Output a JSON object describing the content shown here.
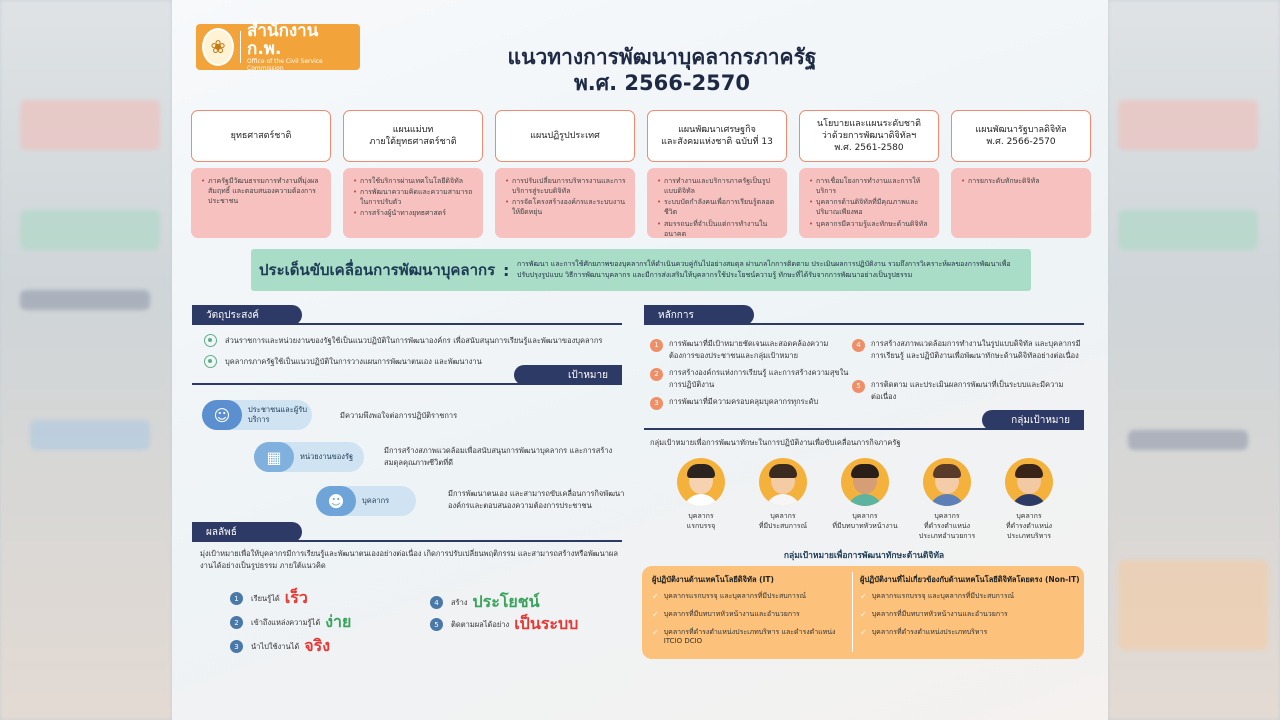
{
  "org": {
    "name": "สำนักงาน ก.พ.",
    "name_en": "Office of the Civil Service Commission"
  },
  "title": {
    "line1": "แนวทางการพัฒนาบุคลากรภาครัฐ",
    "line2": "พ.ศ. 2566-2570"
  },
  "plans": [
    {
      "title": "ยุทธศาสตร์ชาติ",
      "items": [
        "ภาครัฐมีวัฒนธรรมการทำงานที่มุ่งผลสัมฤทธิ์ และตอบสนองความต้องการประชาชน"
      ]
    },
    {
      "title": "แผนแม่บท\nภายใต้ยุทธศาสตร์ชาติ",
      "items": [
        "การใช้บริการผ่านเทคโนโลยีดิจิทัล",
        "การพัฒนาความคิดและความสามารถในการปรับตัว",
        "การสร้างผู้นำทางยุทธศาสตร์"
      ]
    },
    {
      "title": "แผนปฏิรูปประเทศ",
      "items": [
        "การปรับเปลี่ยนการบริหารงานและการบริการสู่ระบบดิจิทัล",
        "การจัดโครงสร้างองค์กรและระบบงานให้ยืดหยุ่น"
      ]
    },
    {
      "title": "แผนพัฒนาเศรษฐกิจ\nและสังคมแห่งชาติ ฉบับที่ 13",
      "items": [
        "การทำงานและบริการภาครัฐเป็นรูปแบบดิจิทัล",
        "ระบบบัดกำลังคนเพื่อการเรียนรู้ตลอดชีวิต",
        "สมรรถนะที่จำเป็นแต่การทำงานในอนาคต"
      ]
    },
    {
      "title": "นโยบายและแผนระดับชาติ\nว่าด้วยการพัฒนาดิจิทัลฯ\nพ.ศ. 2561-2580",
      "items": [
        "การเชื่อมโยงการทำงานและการให้บริการ",
        "บุคลากรด้านดิจิทัลที่มีคุณภาพและปริมาณเพียงพอ",
        "บุคลากรมีความรู้และทักษะด้านดิจิทัล"
      ]
    },
    {
      "title": "แผนพัฒนารัฐบาลดิจิทัล\nพ.ศ. 2566-2570",
      "items": [
        "การยกระดับทักษะดิจิทัล"
      ]
    }
  ],
  "drive": {
    "title": "ประเด็นขับเคลื่อนการพัฒนาบุคลากร",
    "colon": ":",
    "text": "การพัฒนา และการใช้ศักยภาพของบุคลากรให้ดำเนินควบคู่กันไปอย่างสมดุล ผ่านกลไกการติดตาม ประเมินผลการปฏิบัติงาน รวมถึงการวิเคราะห์ผลของการพัฒนาเพื่อปรับปรุงรูปแบบ วิธีการพัฒนาบุคลากร และมีการส่งเสริมให้บุคลากรใช้ประโยชน์ความรู้ ทักษะที่ได้รับจากการพัฒนาอย่างเป็นรูปธรรม"
  },
  "objective": {
    "label": "วัตถุประสงค์",
    "items": [
      "ส่วนราชการและหน่วยงานของรัฐใช้เป็นแนวปฏิบัติในการพัฒนาองค์กร เพื่อสนับสนุนการเรียนรู้และพัฒนาของบุคลากร",
      "บุคลากรภาครัฐใช้เป็นแนวปฏิบัติในการวางแผนการพัฒนาตนเอง และพัฒนางาน"
    ]
  },
  "goal": {
    "label": "เป้าหมาย",
    "groups": [
      {
        "name": "ประชาชนและผู้รับบริการ",
        "text": "มีความพึงพอใจต่อการปฏิบัติราชการ"
      },
      {
        "name": "หน่วยงานของรัฐ",
        "text": "มีการสร้างสภาพแวดล้อมเพื่อสนับสนุนการพัฒนาบุคลากร และการสร้างสมดุลคุณภาพชีวิตที่ดี"
      },
      {
        "name": "บุคลากร",
        "text": "มีการพัฒนาตนเอง และสามารถขับเคลื่อนการกิจพัฒนาองค์กรและตอบสนองความต้องการประชาชน"
      }
    ]
  },
  "result": {
    "label": "ผลลัพธ์",
    "desc": "มุ่งเป้าหมายเพื่อให้บุคลากรมีการเรียนรู้และพัฒนาตนเองอย่างต่อเนื่อง เกิดการปรับเปลี่ยนพฤติกรรม และสามารถสร้างหรือพัฒนาผลงานได้อย่างเป็นรูปธรรม ภายใต้แนวคิด",
    "items": [
      {
        "num": "1",
        "text": "เรียนรู้ได้",
        "kw": "เร็ว"
      },
      {
        "num": "2",
        "text": "เข้าถึงแหล่งความรู้ได้",
        "kw": "ง่าย"
      },
      {
        "num": "3",
        "text": "นำไปใช้งานได้",
        "kw": "จริง"
      },
      {
        "num": "4",
        "text": "สร้าง",
        "kw": "ประโยชน์"
      },
      {
        "num": "5",
        "text": "ติดตามผลได้อย่าง",
        "kw": "เป็นระบบ"
      }
    ]
  },
  "principle": {
    "label": "หลักการ",
    "items": [
      {
        "num": "1",
        "text": "การพัฒนาที่มีเป้าหมายชัดเจนและสอดคล้องความต้องการของประชาชนและกลุ่มเป้าหมาย"
      },
      {
        "num": "2",
        "text": "การสร้างองค์กรแห่งการเรียนรู้ และการสร้างความสุขในการปฏิบัติงาน"
      },
      {
        "num": "3",
        "text": "การพัฒนาที่มีความครอบคลุมบุคลากรทุกระดับ"
      },
      {
        "num": "4",
        "text": "การสร้างสภาพแวดล้อมการทำงานในรูปแบบดิจิทัล และบุคลากรมีการเรียนรู้ และปฏิบัติงานเพื่อพัฒนาทักษะด้านดิจิทัลอย่างต่อเนื่อง"
      },
      {
        "num": "5",
        "text": "การติดตาม และประเมินผลการพัฒนาที่เป็นระบบและมีความต่อเนื่อง"
      }
    ]
  },
  "target": {
    "label": "กลุ่มเป้าหมาย",
    "desc": "กลุ่มเป้าหมายเพื่อการพัฒนาทักษะในการปฏิบัติงานเพื่อขับเคลื่อนภารกิจภาครัฐ",
    "people": [
      {
        "label": "บุคลากร\nแรกบรรจุ",
        "skin": "#f6d2b0",
        "hair": "#2b2320",
        "body": "#ffffff"
      },
      {
        "label": "บุคลากร\nที่มีประสบการณ์",
        "skin": "#f3cba5",
        "hair": "#3b2a20",
        "body": "#f6f6f6"
      },
      {
        "label": "บุคลากร\nที่มีบทบาทหัวหน้างาน",
        "skin": "#d59e74",
        "hair": "#2a1e18",
        "body": "#5bb3a0"
      },
      {
        "label": "บุคลากร\nที่ดำรงตำแหน่ง\nประเภทอำนวยการ",
        "skin": "#f4cda8",
        "hair": "#5a3a28",
        "body": "#5d7fb8"
      },
      {
        "label": "บุคลากร\nที่ดำรงตำแหน่ง\nประเภทบริหาร",
        "skin": "#f3c9a3",
        "hair": "#3a241a",
        "body": "#2e3a66"
      }
    ]
  },
  "digital": {
    "title": "กลุ่มเป้าหมายเพื่อการพัฒนาทักษะด้านดิจิทัล",
    "it_title": "ผู้ปฏิบัติงานด้านเทคโนโลยีดิจิทัล (IT)",
    "it_items": [
      "บุคลากรแรกบรรจุ และบุคลากรที่มีประสบการณ์",
      "บุคลากรที่มีบทบาทหัวหน้างานและอำนวยการ",
      "บุคลากรที่ดำรงตำแหน่งประเภทบริหาร และดำรงตำแหน่ง ITCIO DCIO"
    ],
    "nonit_title": "ผู้ปฏิบัติงานที่ไม่เกี่ยวข้องกับด้านเทคโนโลยีดิจิทัลโดยตรง (Non-IT)",
    "nonit_items": [
      "บุคลากรแรกบรรจุ และบุคลากรที่มีประสบการณ์",
      "บุคลากรที่มีบทบาทหัวหน้างานและอำนวยการ",
      "บุคลากรที่ดำรงตำแหน่งประเภทบริหาร"
    ]
  },
  "colors": {
    "navy": "#2e3a66",
    "orange": "#f2a33a",
    "pink": "#f6c1bf",
    "mint": "#a9ddc7",
    "red_kw": "#e53935",
    "green_kw": "#3aa35c",
    "orange_num": "#ef8f67"
  }
}
